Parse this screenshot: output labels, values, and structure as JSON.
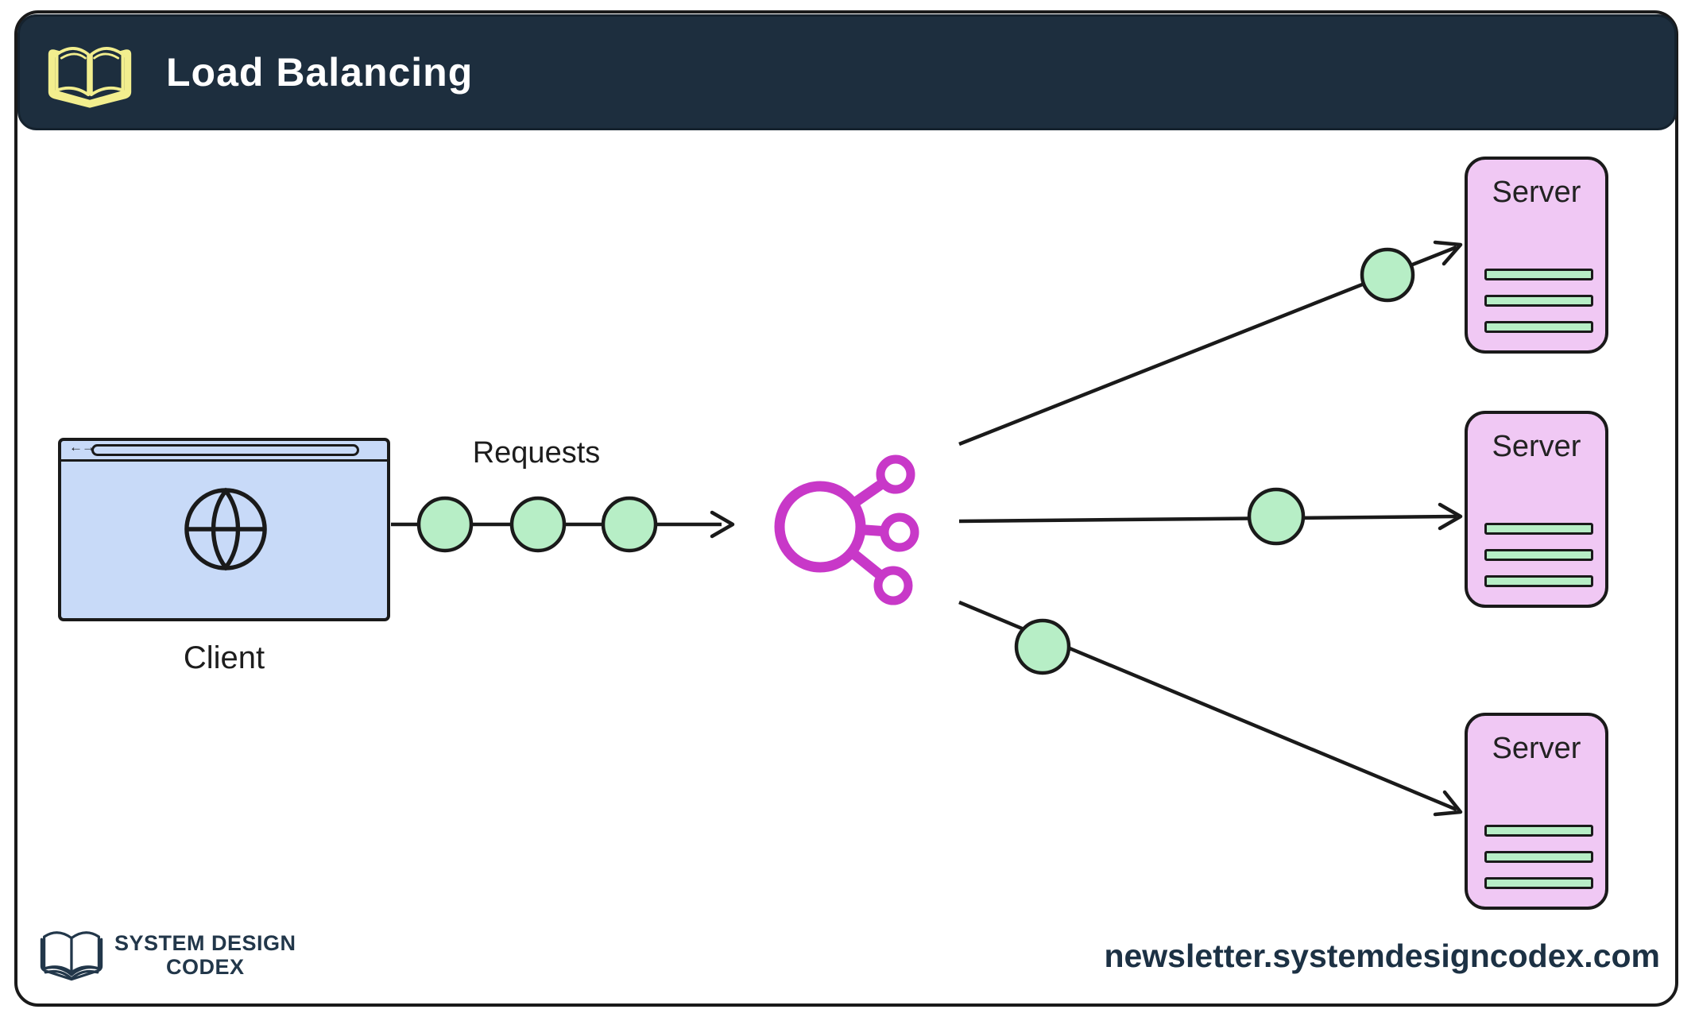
{
  "header": {
    "title": "Load Balancing",
    "icon": "open-book-icon"
  },
  "diagram": {
    "client": {
      "label": "Client",
      "kind": "browser-window",
      "icon": "globe-icon"
    },
    "requests": {
      "label": "Requests",
      "visible_request_dots": 3
    },
    "load_balancer": {
      "kind": "load-balancer",
      "icon": "hub-spokes-icon",
      "spokes": 3
    },
    "servers": [
      {
        "id": "server-1",
        "label": "Server",
        "rack_bars": 3
      },
      {
        "id": "server-2",
        "label": "Server",
        "rack_bars": 3
      },
      {
        "id": "server-3",
        "label": "Server",
        "rack_bars": 3
      }
    ],
    "edges": [
      {
        "from": "client",
        "to": "load-balancer",
        "via": "requests"
      },
      {
        "from": "load-balancer",
        "to": "server-1"
      },
      {
        "from": "load-balancer",
        "to": "server-2"
      },
      {
        "from": "load-balancer",
        "to": "server-3"
      }
    ]
  },
  "browser_chrome": {
    "back_glyph": "←",
    "forward_glyph": "→"
  },
  "footer": {
    "brand_line1": "SYSTEM DESIGN",
    "brand_line2": "CODEX",
    "url": "newsletter.systemdesigncodex.com"
  },
  "colors": {
    "header_bg": "#1d2e3e",
    "title_text": "#ffffff",
    "book_yellow": "#f2ee8e",
    "client_blue": "#c8daf8",
    "request_green": "#b7eec6",
    "lb_magenta": "#c838c8",
    "server_pink": "#f0c8f4",
    "ink": "#1a1a1a",
    "brand_navy": "#22374a"
  }
}
